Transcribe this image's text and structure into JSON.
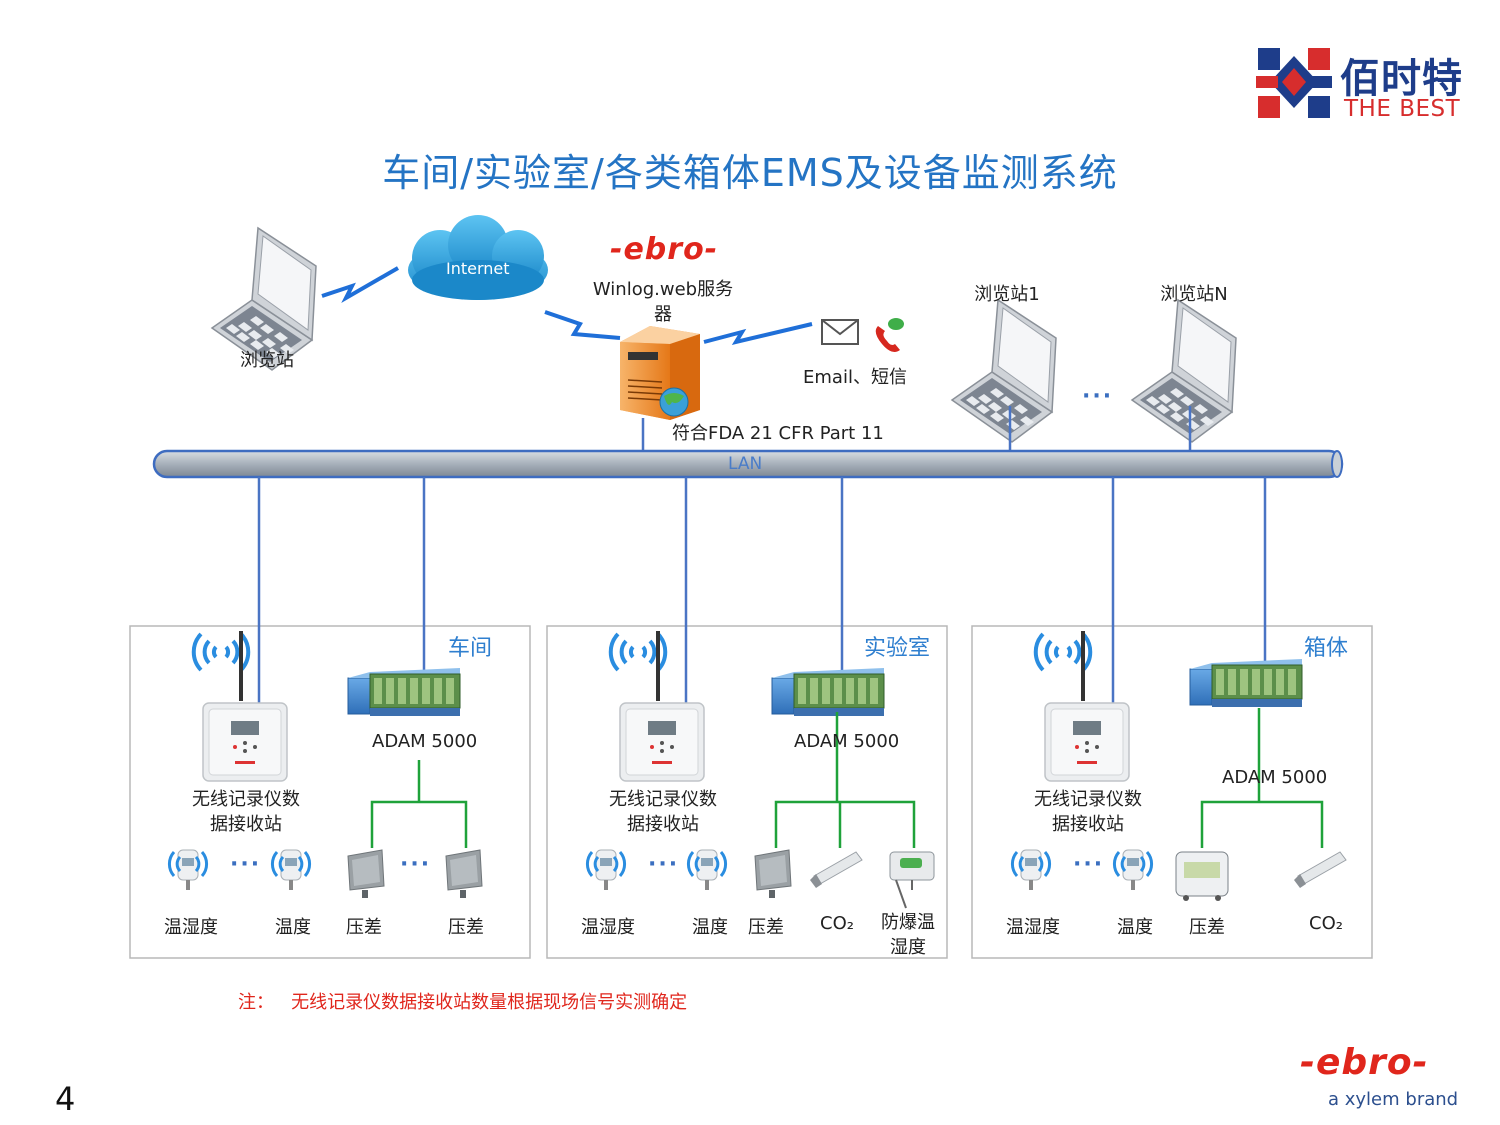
{
  "header": {
    "title": "车间/实验室/各类箱体EMS及设备监测系统",
    "brand_cn": "佰时特",
    "brand_en": "THE BEST"
  },
  "top": {
    "internet": "Internet",
    "browser_station": "浏览站",
    "ebro_logo": "-ebro-",
    "server_line1": "Winlog.web服务",
    "server_line2": "器",
    "email_sms": "Email、短信",
    "fda": "符合FDA 21 CFR Part 11",
    "browser1": "浏览站1",
    "browserN": "浏览站N",
    "ellipsis": "···"
  },
  "lan": {
    "label": "LAN"
  },
  "sections": [
    {
      "label": "车间",
      "adam": "ADAM 5000",
      "receiver_line1": "无线记录仪数",
      "receiver_line2": "据接收站",
      "sensors": [
        "温湿度",
        "温度",
        "压差",
        "压差"
      ]
    },
    {
      "label": "实验室",
      "adam": "ADAM 5000",
      "receiver_line1": "无线记录仪数",
      "receiver_line2": "据接收站",
      "sensors": [
        "温湿度",
        "温度",
        "压差",
        "CO₂"
      ],
      "extra_line1": "防爆温",
      "extra_line2": "湿度"
    },
    {
      "label": "箱体",
      "adam": "ADAM 5000",
      "receiver_line1": "无线记录仪数",
      "receiver_line2": "据接收站",
      "sensors": [
        "温湿度",
        "温度",
        "压差",
        "CO₂"
      ]
    }
  ],
  "note": "注：   无线记录仪数据接收站数量根据现场信号实测确定",
  "footer": {
    "page_number": "4",
    "ebro_logo": "-ebro-",
    "ebro_sub": "a xylem brand"
  },
  "colors": {
    "title": "#2474c4",
    "lines_blue": "#4a74c4",
    "lines_green": "#1fa23a",
    "note_red": "#e0261c",
    "lan_bar": "#a9b2bc"
  }
}
